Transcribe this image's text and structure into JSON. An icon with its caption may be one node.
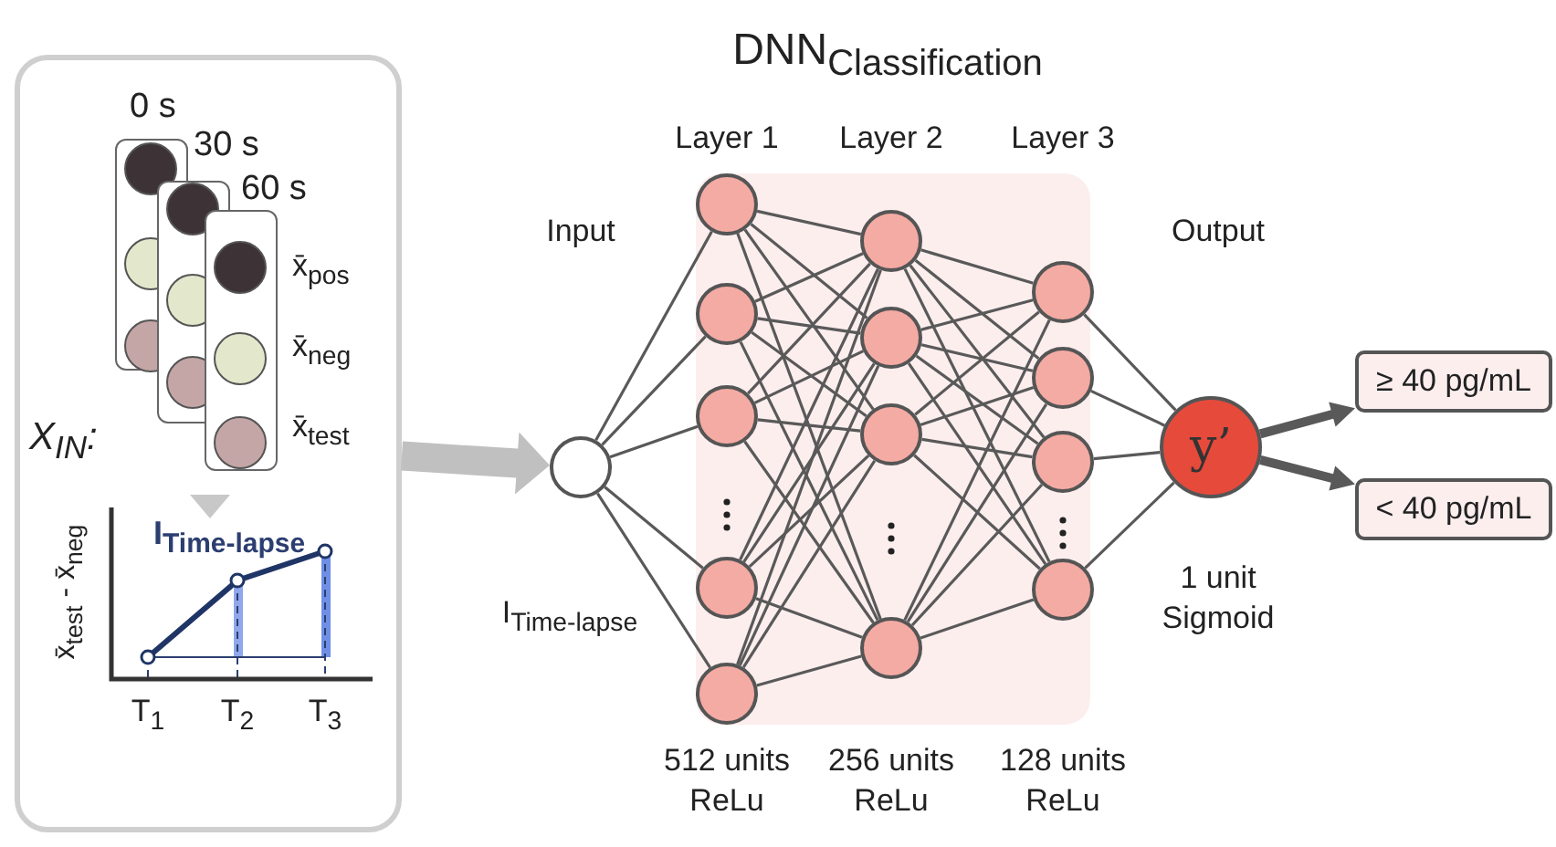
{
  "diagram": {
    "title": "DNN$_{Classification}$",
    "nodes": [
      {
        "text": [],
        "shape": "box"
      },
      {
        "text": [
          "0 s"
        ],
        "in": 0
      },
      {
        "text": [
          "30 s"
        ],
        "in": 0
      },
      {
        "text": [
          "60 s"
        ],
        "in": 0,
        "beside": [
          "x̄$_{pos}$",
          "x̄$_{neg}$",
          "x̄$_{test}$"
        ]
      },
      {
        "text": [],
        "shape": "circle"
      },
      {
        "text": [],
        "shape": "circle"
      },
      {
        "text": [],
        "shape": "circle"
      },
      {
        "text": [],
        "shape": "circle"
      },
      {
        "text": [],
        "shape": "circle"
      },
      {
        "text": [],
        "shape": "circle"
      },
      {
        "text": [],
        "shape": "circle"
      },
      {
        "text": [],
        "shape": "circle"
      },
      {
        "text": [],
        "shape": "circle"
      },
      {
        "text": [],
        "shape": "circle"
      },
      {
        "text": [],
        "shape": "circle"
      },
      {
        "text": [],
        "shape": "circle"
      },
      {
        "text": [],
        "shape": "circle"
      },
      {
        "text": [],
        "shape": "circle"
      },
      {
        "text": [
          "y’"
        ],
        "beside": [
          "1 unit Sigmoid"
        ]
      },
      {
        "text": [
          "≥ 40 pg/mL"
        ]
      },
      {
        "text": [
          "< 40 pg/mL"
        ]
      }
    ],
    "edges": [
      {
        "from": 0,
        "to": 4,
        "arrow": "to",
        "style": "thick",
        "color": "#c0c0c0"
      },
      {
        "from": 4,
        "to": 5,
        "arrow": "none"
      },
      {
        "from": 4,
        "to": 6,
        "arrow": "none"
      },
      {
        "from": 4,
        "to": 7,
        "arrow": "none"
      },
      {
        "from": 4,
        "to": 8,
        "arrow": "none"
      },
      {
        "from": 4,
        "to": 9,
        "arrow": "none"
      },
      {
        "from": 5,
        "to": 10,
        "arrow": "none"
      },
      {
        "from": 5,
        "to": 11,
        "arrow": "none"
      },
      {
        "from": 5,
        "to": 12,
        "arrow": "none"
      },
      {
        "from": 5,
        "to": 13,
        "arrow": "none"
      },
      {
        "from": 6,
        "to": 10,
        "arrow": "none"
      },
      {
        "from": 6,
        "to": 11,
        "arrow": "none"
      },
      {
        "from": 6,
        "to": 12,
        "arrow": "none"
      },
      {
        "from": 6,
        "to": 13,
        "arrow": "none"
      },
      {
        "from": 7,
        "to": 10,
        "arrow": "none"
      },
      {
        "from": 7,
        "to": 11,
        "arrow": "none"
      },
      {
        "from": 7,
        "to": 12,
        "arrow": "none"
      },
      {
        "from": 7,
        "to": 13,
        "arrow": "none"
      },
      {
        "from": 8,
        "to": 10,
        "arrow": "none"
      },
      {
        "from": 8,
        "to": 11,
        "arrow": "none"
      },
      {
        "from": 8,
        "to": 12,
        "arrow": "none"
      },
      {
        "from": 8,
        "to": 13,
        "arrow": "none"
      },
      {
        "from": 9,
        "to": 10,
        "arrow": "none"
      },
      {
        "from": 9,
        "to": 11,
        "arrow": "none"
      },
      {
        "from": 9,
        "to": 12,
        "arrow": "none"
      },
      {
        "from": 9,
        "to": 13,
        "arrow": "none"
      },
      {
        "from": 10,
        "to": 14,
        "arrow": "none"
      },
      {
        "from": 10,
        "to": 15,
        "arrow": "none"
      },
      {
        "from": 10,
        "to": 16,
        "arrow": "none"
      },
      {
        "from": 10,
        "to": 17,
        "arrow": "none"
      },
      {
        "from": 11,
        "to": 14,
        "arrow": "none"
      },
      {
        "from": 11,
        "to": 15,
        "arrow": "none"
      },
      {
        "from": 11,
        "to": 16,
        "arrow": "none"
      },
      {
        "from": 11,
        "to": 17,
        "arrow": "none"
      },
      {
        "from": 12,
        "to": 14,
        "arrow": "none"
      },
      {
        "from": 12,
        "to": 15,
        "arrow": "none"
      },
      {
        "from": 12,
        "to": 16,
        "arrow": "none"
      },
      {
        "from": 12,
        "to": 17,
        "arrow": "none"
      },
      {
        "from": 13,
        "to": 14,
        "arrow": "none"
      },
      {
        "from": 13,
        "to": 15,
        "arrow": "none"
      },
      {
        "from": 13,
        "to": 16,
        "arrow": "none"
      },
      {
        "from": 13,
        "to": 17,
        "arrow": "none"
      },
      {
        "from": 14,
        "to": 18,
        "arrow": "none"
      },
      {
        "from": 15,
        "to": 18,
        "arrow": "none"
      },
      {
        "from": 16,
        "to": 18,
        "arrow": "none"
      },
      {
        "from": 17,
        "to": 18,
        "arrow": "none"
      },
      {
        "from": 18,
        "to": 19,
        "arrow": "to",
        "style": "thick"
      },
      {
        "from": 18,
        "to": 20,
        "arrow": "to",
        "style": "thick"
      }
    ],
    "labels": [
      "X$_{IN}$:",
      "I$_{Time-lapse}$",
      "x̄$_{test}$ - x̄$_{neg}$",
      "T$_{1}$",
      "T$_{2}$",
      "T$_{3}$",
      "Input",
      "I$_{Time-lapse}$",
      "Layer 1",
      "Layer 2",
      "Layer 3",
      "Output",
      "512 units ReLu",
      "256 units ReLu",
      "128 units ReLu"
    ]
  }
}
